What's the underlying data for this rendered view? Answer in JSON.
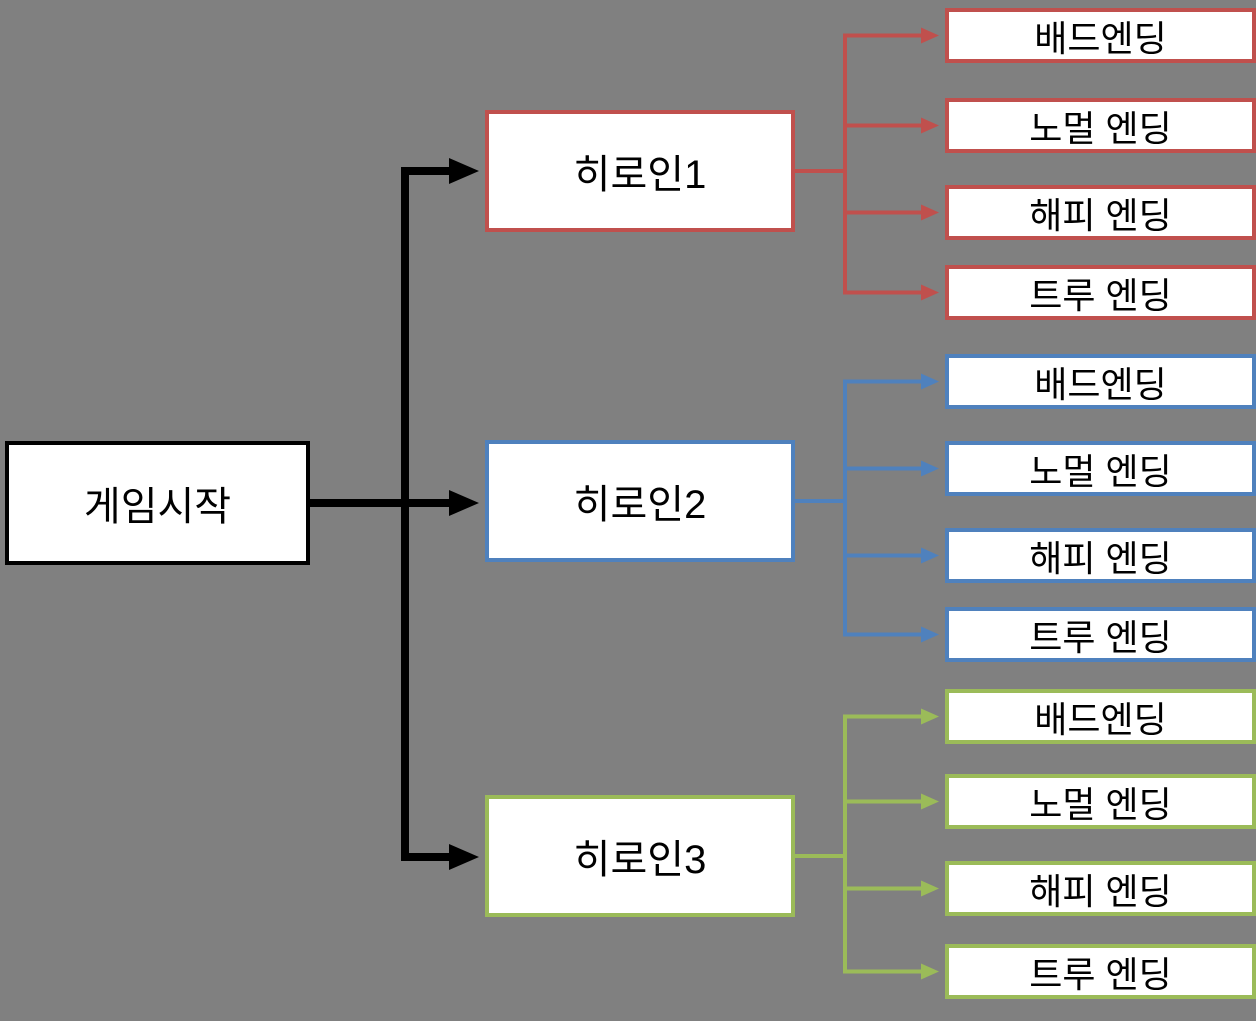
{
  "colors": {
    "background": "#808080",
    "black": "#000000",
    "box_fill": "#ffffff",
    "red": "#C0504D",
    "blue": "#4F81BD",
    "green": "#9BBB59"
  },
  "start": {
    "label": "게임시작"
  },
  "branches": [
    {
      "label": "히로인1",
      "color_name": "red",
      "endings": [
        "배드엔딩",
        "노멀 엔딩",
        "해피 엔딩",
        "트루 엔딩"
      ]
    },
    {
      "label": "히로인2",
      "color_name": "blue",
      "endings": [
        "배드엔딩",
        "노멀 엔딩",
        "해피 엔딩",
        "트루 엔딩"
      ]
    },
    {
      "label": "히로인3",
      "color_name": "green",
      "endings": [
        "배드엔딩",
        "노멀 엔딩",
        "해피 엔딩",
        "트루 엔딩"
      ]
    }
  ]
}
